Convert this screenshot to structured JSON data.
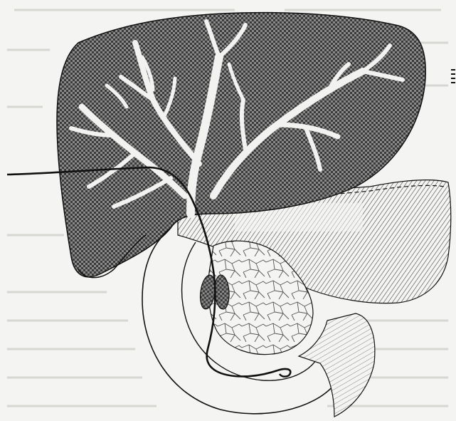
{
  "figure": {
    "subject": "liver-biliary-tree-drainage-diagram",
    "printed_text": [],
    "colors": {
      "paper": "#f4f4f2",
      "bleed_text": "#cfcfcb",
      "liver_fill": "#3a3a3a",
      "liver_check": "#8a8a8a",
      "ducts": "#f2f2f0",
      "ink": "#111111",
      "pancreas_cells": "#555555",
      "hatching": "#333333"
    },
    "structures": [
      {
        "name": "liver",
        "interactable": false
      },
      {
        "name": "intrahepatic-bile-ducts",
        "interactable": false
      },
      {
        "name": "drainage-catheter",
        "interactable": false
      },
      {
        "name": "stomach",
        "interactable": false
      },
      {
        "name": "pancreas-head",
        "interactable": false
      },
      {
        "name": "duodenum",
        "interactable": false
      },
      {
        "name": "gallbladder-outline",
        "interactable": false
      },
      {
        "name": "ampulla-marker-left",
        "interactable": false
      },
      {
        "name": "ampulla-marker-right",
        "interactable": false
      }
    ]
  }
}
